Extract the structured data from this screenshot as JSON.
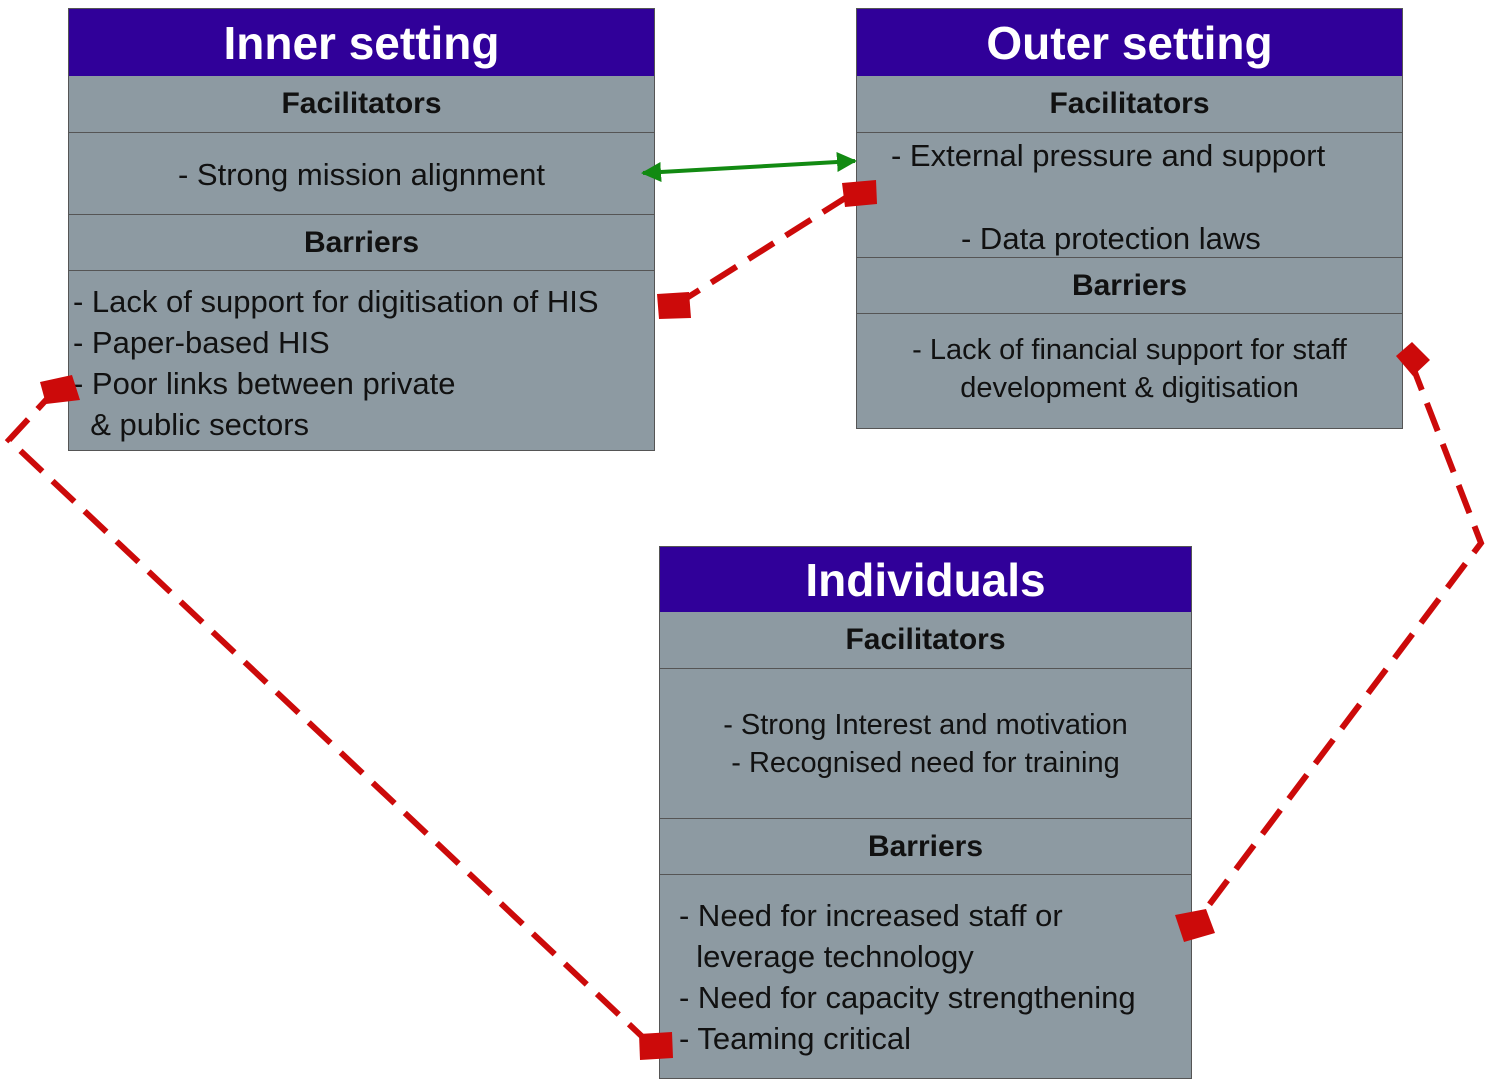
{
  "boxes": {
    "inner": {
      "title": "Inner setting",
      "facilitators_label": "Facilitators",
      "facilitators": [
        "- Strong mission alignment"
      ],
      "barriers_label": "Barriers",
      "barriers": [
        "- Lack of support for digitisation of HIS",
        "- Paper-based HIS",
        "- Poor links between private",
        "  & public sectors"
      ]
    },
    "outer": {
      "title": "Outer setting",
      "facilitators_label": "Facilitators",
      "facilitators": [
        "- External pressure and support",
        "- Data protection laws"
      ],
      "barriers_label": "Barriers",
      "barriers": [
        "- Lack of financial support for staff",
        "development & digitisation"
      ]
    },
    "individuals": {
      "title": "Individuals",
      "facilitators_label": "Facilitators",
      "facilitators": [
        "- Strong Interest and motivation",
        "- Recognised need for training"
      ],
      "barriers_label": "Barriers",
      "barriers": [
        "- Need for increased staff or",
        "  leverage technology",
        "- Need for capacity strengthening",
        "- Teaming critical"
      ]
    }
  },
  "colors": {
    "title_bg": "#300099",
    "box_bg": "#8d9aa2",
    "facilitator_link": "#128a12",
    "barrier_link": "#cc0a0a"
  }
}
